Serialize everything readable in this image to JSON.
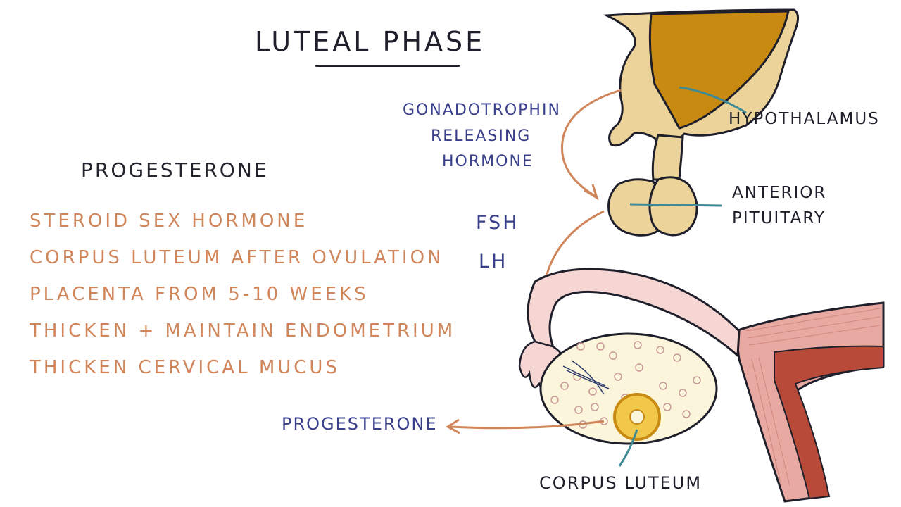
{
  "title": "Luteal Phase",
  "left_panel": {
    "heading": "Progesterone",
    "facts": [
      "Steroid sex hormone",
      "Corpus luteum after ovulation",
      "Placenta from 5-10 weeks",
      "Thicken + maintain endometrium",
      "Thicken cervical mucus"
    ]
  },
  "hormones": {
    "fsh": "FSH",
    "lh": "LH"
  },
  "labels": {
    "gnrh": [
      "Gonadotrophin",
      "releasing",
      "hormone"
    ],
    "hypothalamus": "Hypothalamus",
    "anterior_pituitary": [
      "Anterior",
      "Pituitary"
    ],
    "progesterone_output": "Progesterone",
    "corpus_luteum": "Corpus luteum"
  },
  "colors": {
    "ink": "#1f1f2b",
    "blue": "#3a3f8c",
    "orange": "#d0865a",
    "hypothalamus": "#c98a12",
    "pituitary": "#ecd39a",
    "uterus": "#e8a9a2",
    "teal": "#3f8a94"
  }
}
